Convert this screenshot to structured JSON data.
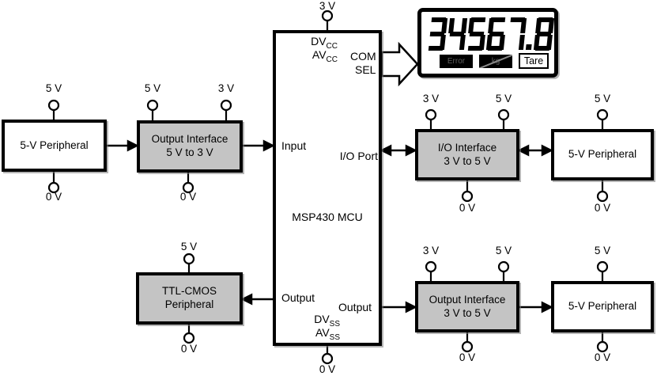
{
  "colors": {
    "block_gray": "#c4c4c4",
    "line_black": "#000000",
    "background": "#ffffff"
  },
  "display": {
    "value": "34567.8",
    "annunciators": [
      {
        "label": "Error",
        "variant": "dark"
      },
      {
        "label": "kg",
        "variant": "dark-slashed"
      },
      {
        "label": "Tare",
        "variant": "light"
      }
    ]
  },
  "mcu": {
    "title": "MSP430 MCU",
    "supply_top": "3 V",
    "supply_bottom": "0 V",
    "pin_dvcc": {
      "main": "DV",
      "sub": "CC"
    },
    "pin_avcc": {
      "main": "AV",
      "sub": "CC"
    },
    "pin_dvss": {
      "main": "DV",
      "sub": "SS"
    },
    "pin_avss": {
      "main": "AV",
      "sub": "SS"
    },
    "port_com": "COM",
    "port_sel": "SEL",
    "port_input": "Input",
    "port_io": "I/O Port",
    "port_output_left": "Output",
    "port_output_right": "Output"
  },
  "blocks": {
    "peripheral_left": {
      "line1": "5-V Peripheral",
      "pins": {
        "top": "5 V",
        "bottom": "0 V"
      }
    },
    "output_if_5to3": {
      "line1": "Output Interface",
      "line2": "5 V to 3 V",
      "pins": {
        "top_left": "5 V",
        "top_right": "3 V",
        "bottom": "0 V"
      }
    },
    "io_if_3to5": {
      "line1": "I/O Interface",
      "line2": "3 V to 5 V",
      "pins": {
        "top_left": "3 V",
        "top_right": "5 V",
        "bottom": "0 V"
      }
    },
    "peripheral_right_top": {
      "line1": "5-V Peripheral",
      "pins": {
        "top": "5 V",
        "bottom": "0 V"
      }
    },
    "ttl_cmos": {
      "line1": "TTL-CMOS",
      "line2": "Peripheral",
      "pins": {
        "top": "5 V",
        "bottom": "0 V"
      }
    },
    "output_if_3to5": {
      "line1": "Output Interface",
      "line2": "3 V to 5 V",
      "pins": {
        "top_left": "3 V",
        "top_right": "5 V",
        "bottom": "0 V"
      }
    },
    "peripheral_right_bottom": {
      "line1": "5-V Peripheral",
      "pins": {
        "top": "5 V",
        "bottom": "0 V"
      }
    }
  }
}
